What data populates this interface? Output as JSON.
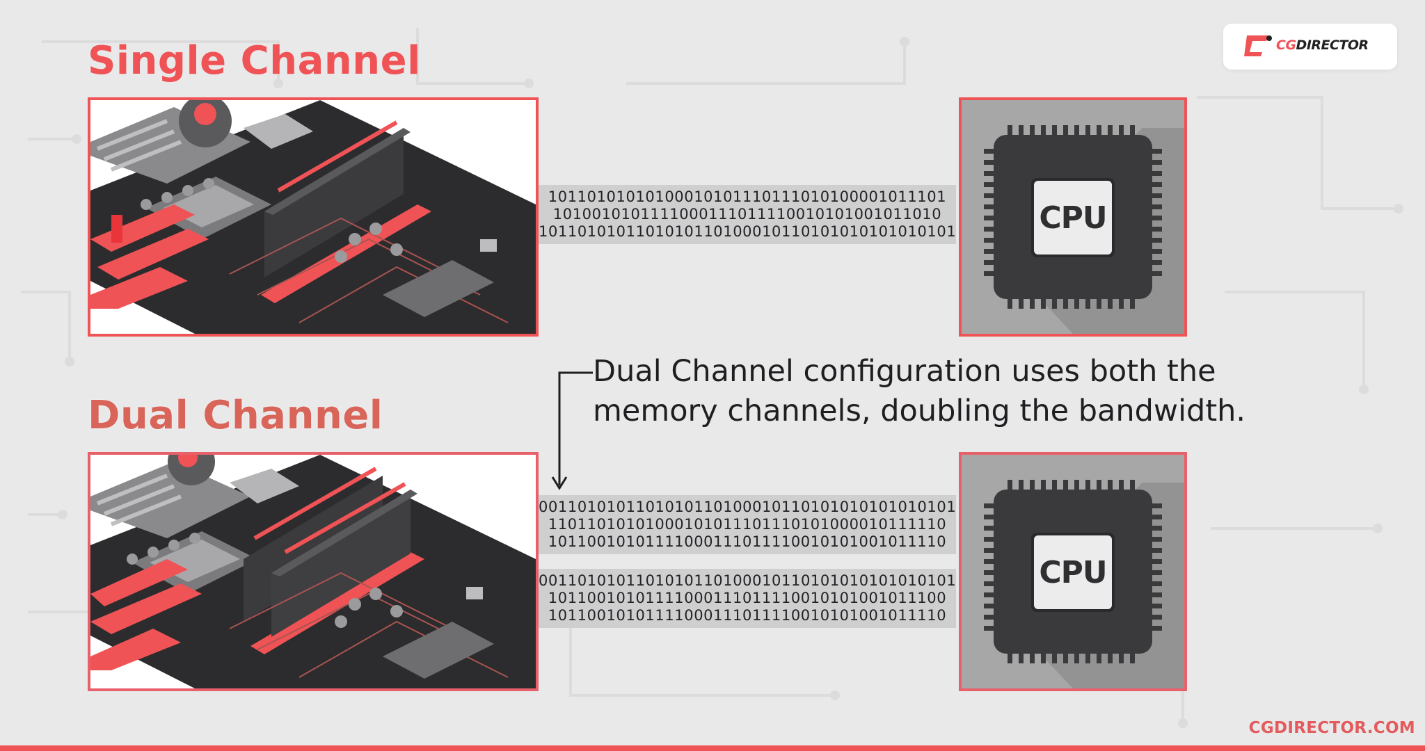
{
  "single": {
    "title": "Single Channel",
    "cpu_label": "CPU",
    "data_lines": [
      "10110101010100010101110111010100001011101",
      "1010010101111000111011110010101001011010",
      "1011010101101010110100010110101010101010101"
    ]
  },
  "dual": {
    "title": "Dual Channel",
    "cpu_label": "CPU",
    "data_lines_1": [
      "0011010101101010110100010110101010101010101",
      "11011010101000101011101110101000010111110",
      "10110010101111000111011110010101001011110"
    ],
    "data_lines_2": [
      "0011010101101010110100010110101010101010101",
      "10110010101111000111011110010101001011100",
      "10110010101111000111011110010101001011110"
    ]
  },
  "callout": {
    "line1": "Dual Channel configuration uses both the",
    "line2": "memory channels, doubling the bandwidth."
  },
  "logo": {
    "text_prefix": "CG",
    "text_suffix": "DIRECTOR"
  },
  "footer": {
    "url": "CGDIRECTOR.COM"
  },
  "colors": {
    "accent": "#f05356",
    "board_dark": "#2c2c2e",
    "cpu_chip": "#3a3a3c",
    "background": "#e9e9ea"
  }
}
